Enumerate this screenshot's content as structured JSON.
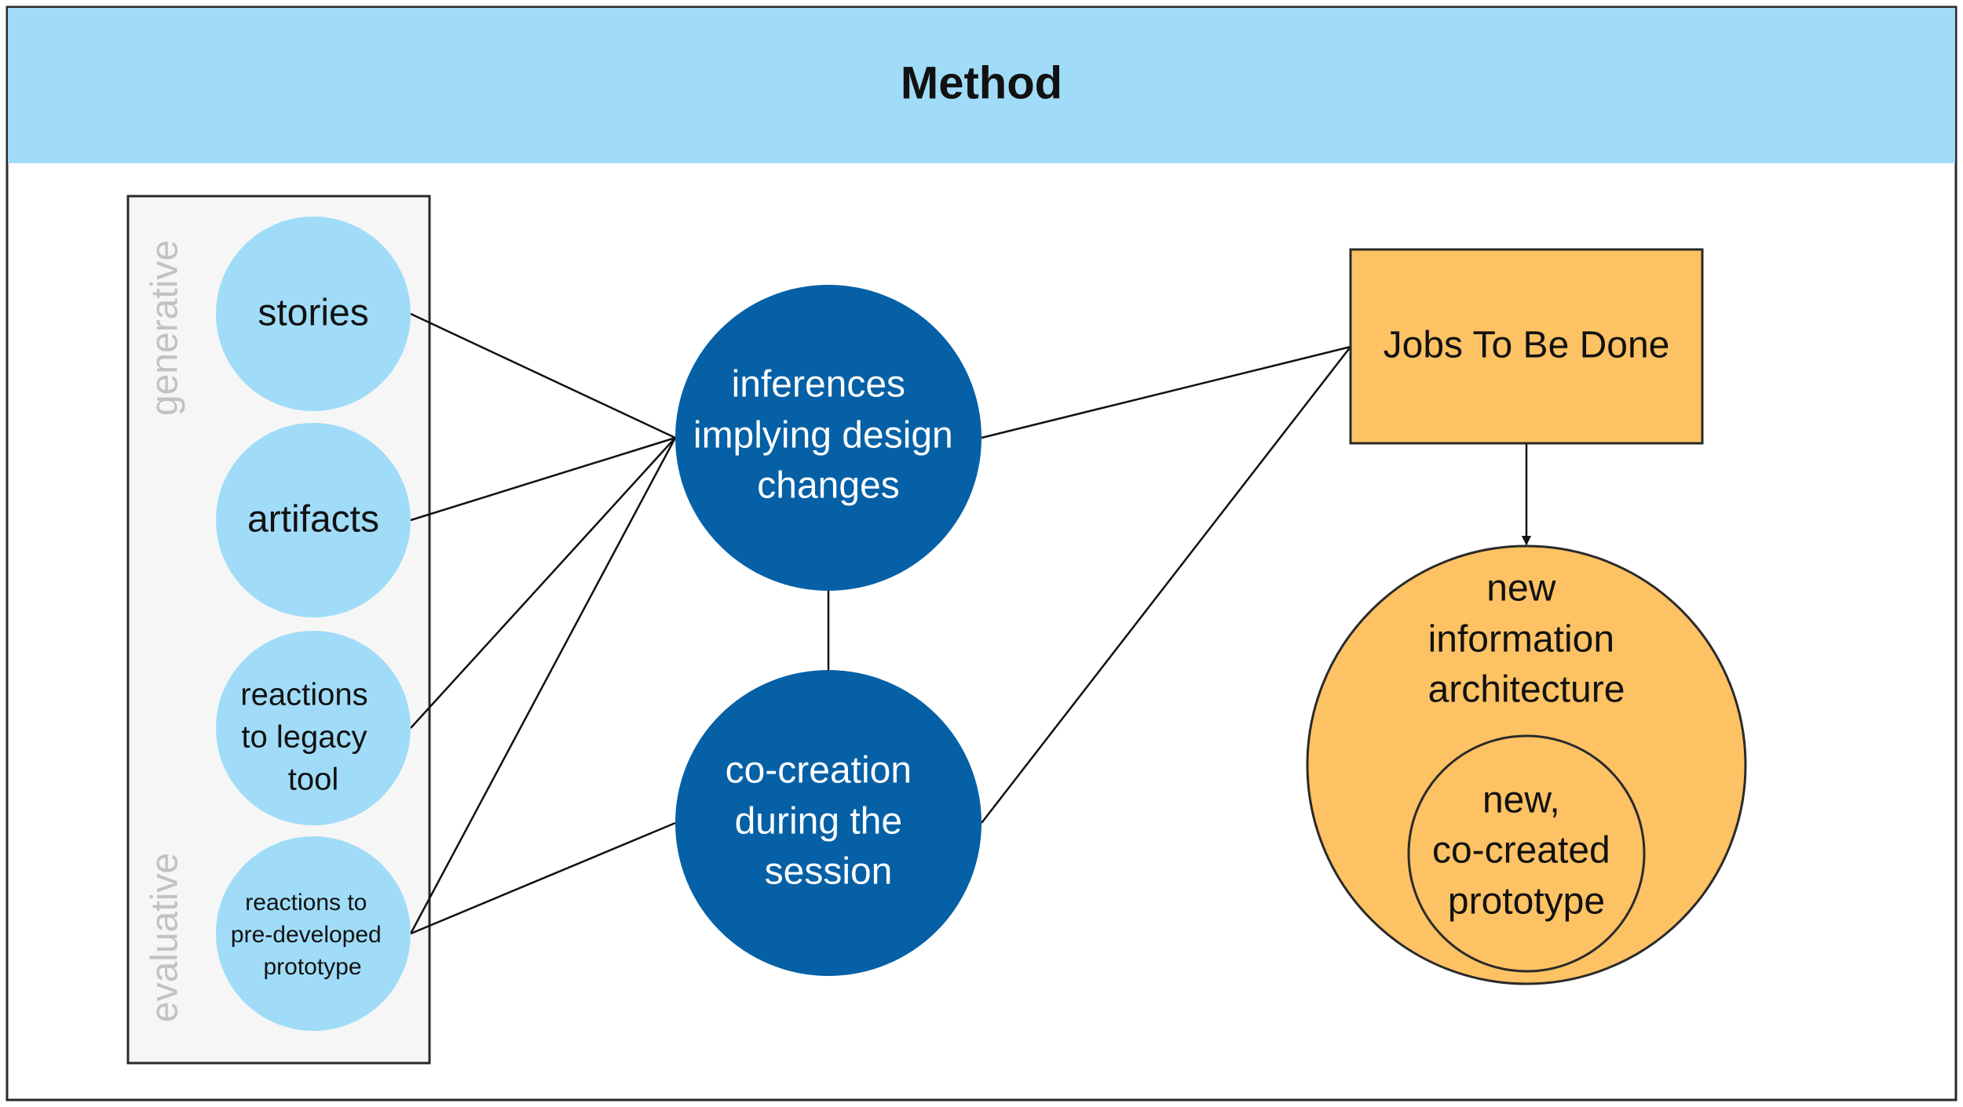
{
  "header": {
    "title": "Method"
  },
  "side_labels": {
    "generative": "generative",
    "evaluative": "evaluative"
  },
  "inputs": {
    "stories": "stories",
    "artifacts": "artifacts",
    "legacy": [
      "reactions",
      "to legacy",
      "tool"
    ],
    "predeveloped": [
      "reactions to",
      "pre-developed",
      "prototype"
    ]
  },
  "middle": {
    "inferences": [
      "inferences",
      "implying design",
      "changes"
    ],
    "cocreation": [
      "co-creation",
      "during the",
      "session"
    ]
  },
  "outputs": {
    "jtbd": "Jobs To Be Done",
    "architecture": [
      "new",
      "information",
      "architecture"
    ],
    "prototype": [
      "new,",
      "co-created",
      "prototype"
    ]
  },
  "colors": {
    "header_bg": "#a0dcf8",
    "input_circle": "#a0dcf8",
    "middle_circle": "#0560a6",
    "output_fill": "#fdc263",
    "group_bg": "#f6f6f6",
    "side_label": "#c2c2c2"
  }
}
